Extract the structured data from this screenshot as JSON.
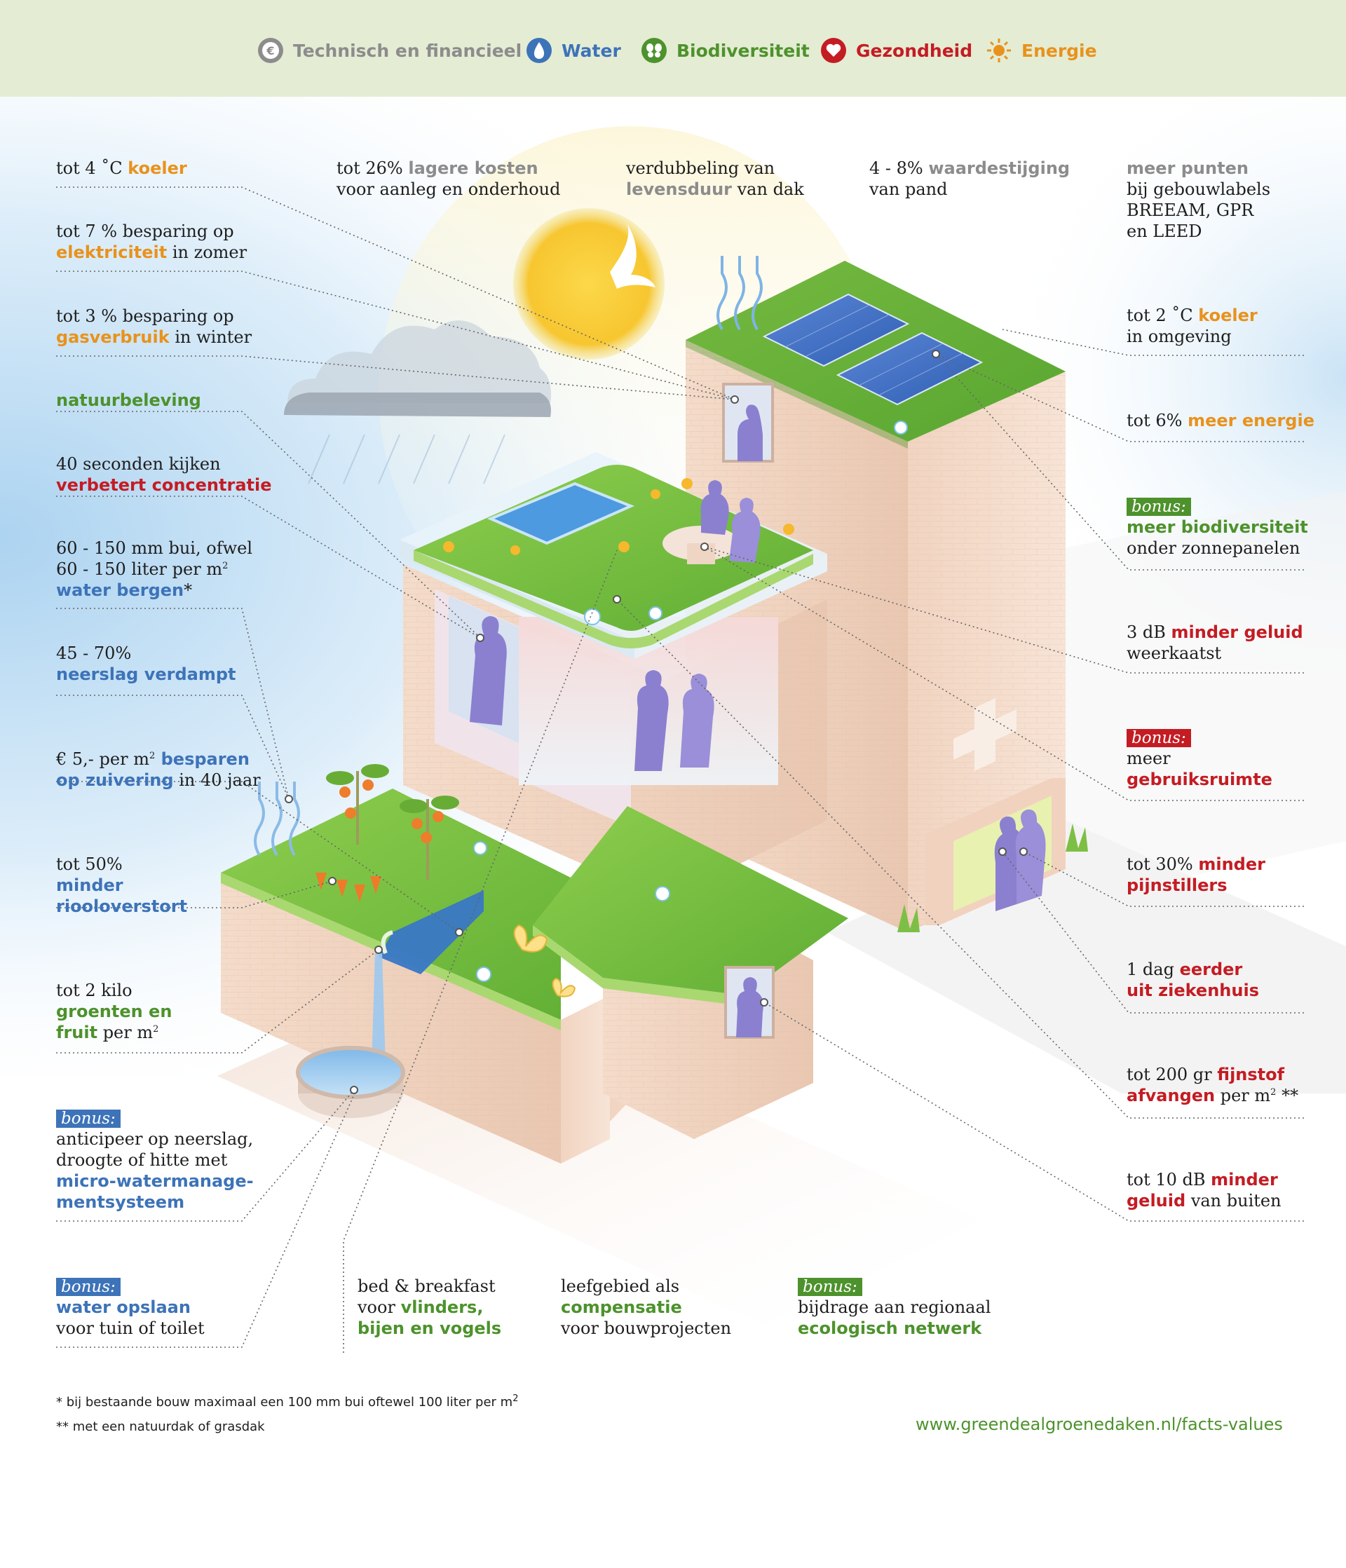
{
  "legend": [
    {
      "icon": "euro-icon",
      "label": "Technisch en financieel",
      "color": "#8c8c8c"
    },
    {
      "icon": "water-drop-icon",
      "label": "Water",
      "color": "#3d73b8"
    },
    {
      "icon": "butterfly-icon",
      "label": "Biodiversiteit",
      "color": "#4d922c"
    },
    {
      "icon": "heart-icon",
      "label": "Gezondheid",
      "color": "#c41c23"
    },
    {
      "icon": "sun-icon",
      "label": "Energie",
      "color": "#e8921c"
    }
  ],
  "colors": {
    "tech": "#8c8c8c",
    "water": "#3d73b8",
    "bio": "#4d922c",
    "health": "#c41c23",
    "energy": "#e8921c",
    "legend_bg": "#e4ecd3",
    "grass": "#6fbe3c",
    "brick": "#f1d8c6"
  },
  "left": {
    "koeler": {
      "a": "tot 4 ˚C ",
      "b": "koeler"
    },
    "elektriciteit": {
      "l1": "tot 7 % besparing op",
      "b": "elektriciteit",
      "c": " in zomer"
    },
    "gas": {
      "l1": "tot 3 % besparing op",
      "b": "gasverbruik",
      "c": " in winter"
    },
    "natuur": {
      "b": "natuurbeleving"
    },
    "concentratie": {
      "l1": "40 seconden kijken",
      "b": "verbetert concentratie"
    },
    "bergen": {
      "l1": "60 - 150 mm bui, ofwel",
      "l2": "60 - 150 liter per m",
      "sup": "2",
      "b": "water bergen",
      "c": "*"
    },
    "verdampt": {
      "l1": "45 - 70%",
      "b": "neerslag verdampt"
    },
    "zuivering": {
      "a": "€ 5,- per m",
      "sup": "2",
      "b1": " besparen",
      "b2": "op zuivering",
      "c": " in 40 jaar"
    },
    "riool": {
      "l1": "tot 50%",
      "b1": "minder",
      "b2": "riooloverstort"
    },
    "groenten": {
      "l1": "tot 2 kilo",
      "b1": "groenten en",
      "b2": "fruit",
      "c": " per m",
      "sup": "2"
    },
    "micro": {
      "bonus": "bonus:",
      "l1": "anticipeer op neerslag,",
      "l2": "droogte of hitte met",
      "b1": "micro-watermanage-",
      "b2": "mentsysteem"
    },
    "opslaan": {
      "bonus": "bonus:",
      "b": "water opslaan",
      "l2": "voor tuin of toilet"
    }
  },
  "top": {
    "kosten": {
      "a": "tot 26% ",
      "b": "lagere kosten",
      "l2": "voor aanleg en onderhoud"
    },
    "levensduur": {
      "l1": "verdubbeling van",
      "b": "levensduur",
      "c": " van dak"
    },
    "waarde": {
      "a": "4 - 8% ",
      "b": "waardestijging",
      "l2": "van pand"
    },
    "punten": {
      "b": "meer punten",
      "l2": "bij gebouwlabels",
      "l3": "BREEAM, GPR",
      "l4": "en LEED"
    }
  },
  "right": {
    "omgeving": {
      "a": "tot 2 ˚C ",
      "b": "koeler",
      "l2": "in omgeving"
    },
    "energie": {
      "a": "tot 6% ",
      "b": "meer energie"
    },
    "zonnepanelen": {
      "bonus": "bonus:",
      "b": "meer biodiversiteit",
      "l2": "onder zonnepanelen"
    },
    "geluid3": {
      "a": "3 dB ",
      "b": "minder geluid",
      "l2": "weerkaatst"
    },
    "ruimte": {
      "bonus": "bonus:",
      "l1": "meer",
      "b": "gebruiksruimte"
    },
    "pijn": {
      "a": "tot 30% ",
      "b1": "minder",
      "b2": "pijnstillers"
    },
    "ziekenhuis": {
      "a": "1 dag ",
      "b1": "eerder",
      "b2": "uit ziekenhuis"
    },
    "fijnstof": {
      "a": "tot 200 gr ",
      "b1": "fijnstof",
      "b2": "afvangen",
      "c": " per m",
      "sup": "2",
      "d": " **"
    },
    "geluid10": {
      "a": "tot 10 dB ",
      "b1": "minder",
      "b2": "geluid",
      "c": " van buiten"
    }
  },
  "bottom": {
    "bnb": {
      "l1": "bed & breakfast",
      "a": "voor ",
      "b1": "vlinders,",
      "b2": "bijen en vogels"
    },
    "compensatie": {
      "l1": "leefgebied als",
      "b": "compensatie",
      "l3": "voor bouwprojecten"
    },
    "netwerk": {
      "bonus": "bonus:",
      "l1": "bijdrage aan regionaal",
      "b": "ecologisch netwerk"
    }
  },
  "footnotes": {
    "f1a": "* bij bestaande bouw maximaal een 100 mm bui oftewel 100 liter per m",
    "f1sup": "2",
    "f2": "** met een natuurdak of grasdak"
  },
  "url": "www.greendealgroenedaken.nl/facts-values"
}
